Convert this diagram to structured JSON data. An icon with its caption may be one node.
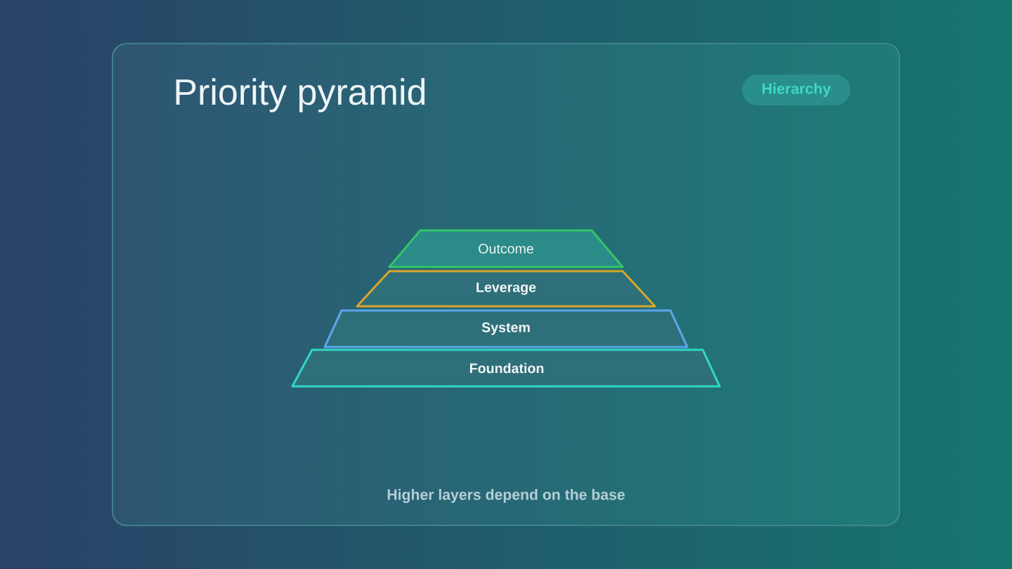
{
  "diagram": {
    "title": "Priority pyramid",
    "caption": "Higher layers depend on the base",
    "nodes": [
      {
        "text": [
          "Hierarchy"
        ]
      },
      {
        "text": [
          "Outcome"
        ]
      },
      {
        "text": [
          "Leverage"
        ]
      },
      {
        "text": [
          "System"
        ]
      },
      {
        "text": [
          "Foundation"
        ]
      }
    ]
  }
}
